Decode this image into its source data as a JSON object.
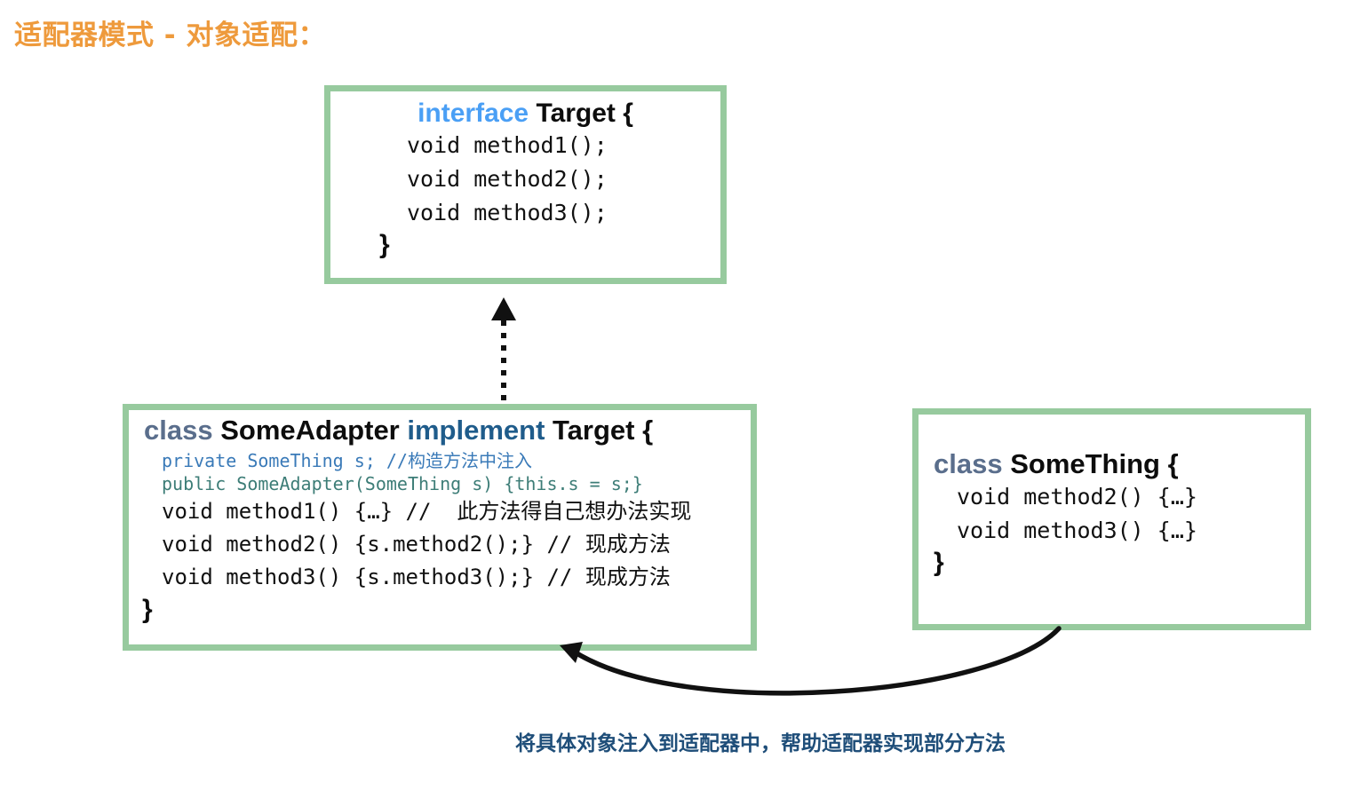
{
  "title": "适配器模式 - 对象适配：",
  "colors": {
    "title_orange": "#EE9A3C",
    "box_border_green": "#97CA9E",
    "keyword_interface_blue": "#4A9FF5",
    "keyword_class_slate": "#5A6E8C",
    "keyword_implement_steel": "#1F5C8B",
    "code_comment_blue": "#3A7AB8",
    "code_ctor_teal": "#3D7D77",
    "caption_navy": "#1F4E79",
    "text_black": "#111111"
  },
  "target_box": {
    "keyword": "interface",
    "class_name": "Target {",
    "methods": [
      "void method1();",
      "void method2();",
      "void method3();"
    ],
    "closing_brace": "}"
  },
  "adapter_box": {
    "keyword_class": "class",
    "class_name": "SomeAdapter",
    "keyword_implement": "implement",
    "interface_name": "Target {",
    "lines": [
      "private SomeThing s; //构造方法中注入",
      "public SomeAdapter(SomeThing s) {this.s = s;}",
      "void method1() {…} //  此方法得自己想办法实现",
      "void method2() {s.method2();} // 现成方法",
      "void method3() {s.method3();} // 现成方法"
    ],
    "closing_brace": "}"
  },
  "something_box": {
    "keyword_class": "class",
    "class_name": "SomeThing {",
    "methods": [
      "void method2() {…}",
      "void method3() {…}"
    ],
    "closing_brace": "}"
  },
  "arrows": {
    "inherit": {
      "style": "dotted-line-with-solid-triangle-head",
      "from": "SomeAdapter box top",
      "to": "Target interface box bottom"
    },
    "inject": {
      "style": "curved-solid-line-with-arrow-head",
      "from": "SomeThing box bottom-left",
      "to": "SomeAdapter box bottom-right"
    }
  },
  "caption": "将具体对象注入到适配器中，帮助适配器实现部分方法"
}
